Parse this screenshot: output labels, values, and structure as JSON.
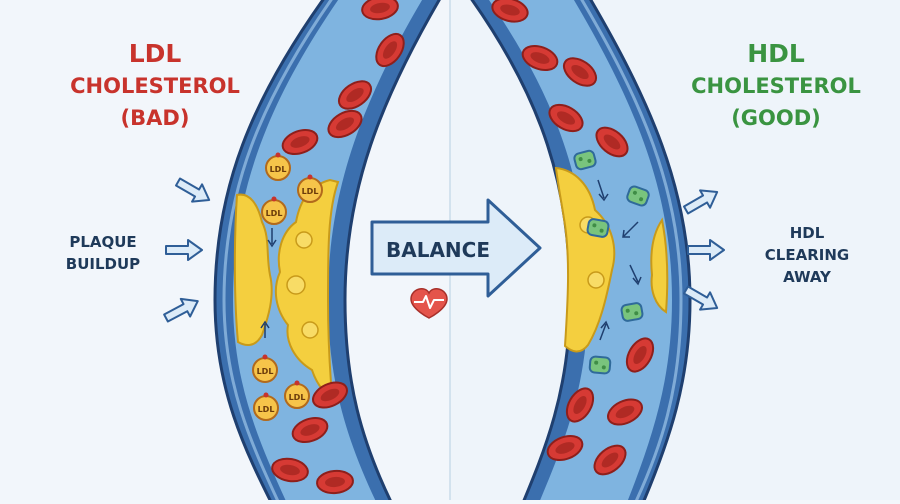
{
  "ldl": {
    "line1": "LDL",
    "line2": "CHOLESTEROL",
    "line3": "(BAD)",
    "color": "#c8332c"
  },
  "hdl": {
    "line1": "HDL",
    "line2": "CHOLESTEROL",
    "line3": "(GOOD)",
    "color": "#3a9441"
  },
  "plaque_label": {
    "line1": "PLAQUE",
    "line2": "BUILDUP"
  },
  "clearing_label": {
    "line1": "HDL",
    "line2": "CLEARING",
    "line3": "AWAY"
  },
  "balance_label": "BALANCE",
  "particle_label": "LDL",
  "colors": {
    "vessel_outer": "#3b6fae",
    "vessel_lumen": "#7fb4e0",
    "blood_cell": "#d63a34",
    "plaque": "#f4cf3f",
    "ldl_particle": "#f6c44a",
    "hdl_particle": "#79c47d",
    "arrow_fill": "#dcebf8",
    "arrow_stroke": "#2f5e97",
    "heart": "#e4544b"
  },
  "icons": [
    "heart-icon",
    "blood-cell-icon",
    "ldl-particle-icon",
    "hdl-particle-icon",
    "arrow-icon"
  ]
}
